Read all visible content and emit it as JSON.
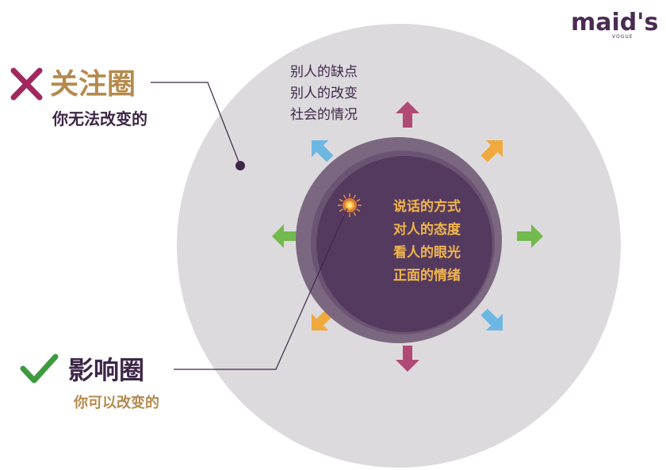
{
  "logo": {
    "text": "maid's",
    "subtext": "VOGUE",
    "color": "#4a2c52",
    "accent_color": "#c49a5a"
  },
  "concern_circle": {
    "title": "关注圈",
    "subtitle": "你无法改变的",
    "icon": "cross-icon",
    "icon_color": "#a1285f",
    "title_color": "#b58a4c",
    "subtitle_color": "#3e2748",
    "items": [
      "别人的缺点",
      "别人的改变",
      "社会的情况"
    ]
  },
  "influence_circle": {
    "title": "影响圈",
    "subtitle": "你可以改变的",
    "icon": "check-icon",
    "icon_color": "#3d9a3f",
    "title_color": "#3e2748",
    "subtitle_color": "#b58a4c",
    "items": [
      "说话的方式",
      "对人的态度",
      "看人的眼光",
      "正面的情绪"
    ]
  },
  "colors": {
    "outer_circle": "#dcdadd",
    "ring": "#7b6880",
    "inner_circle": "#553a60",
    "inner_text": "#f0b54a",
    "arrow_pink": "#b04a75",
    "arrow_orange": "#efa93d",
    "arrow_blue": "#6cb7e2",
    "arrow_green": "#72b94e"
  },
  "arrows": [
    {
      "icon": "arrow-up-icon",
      "color": "#b04a75",
      "direction": "up"
    },
    {
      "icon": "arrow-up-right-icon",
      "color": "#efa93d",
      "direction": "up-right"
    },
    {
      "icon": "arrow-right-icon",
      "color": "#72b94e",
      "direction": "right"
    },
    {
      "icon": "arrow-down-right-icon",
      "color": "#6cb7e2",
      "direction": "down-right"
    },
    {
      "icon": "arrow-down-icon",
      "color": "#b04a75",
      "direction": "down"
    },
    {
      "icon": "arrow-down-left-icon",
      "color": "#efa93d",
      "direction": "down-left"
    },
    {
      "icon": "arrow-left-icon",
      "color": "#72b94e",
      "direction": "left"
    },
    {
      "icon": "arrow-up-left-icon",
      "color": "#6cb7e2",
      "direction": "up-left"
    }
  ]
}
